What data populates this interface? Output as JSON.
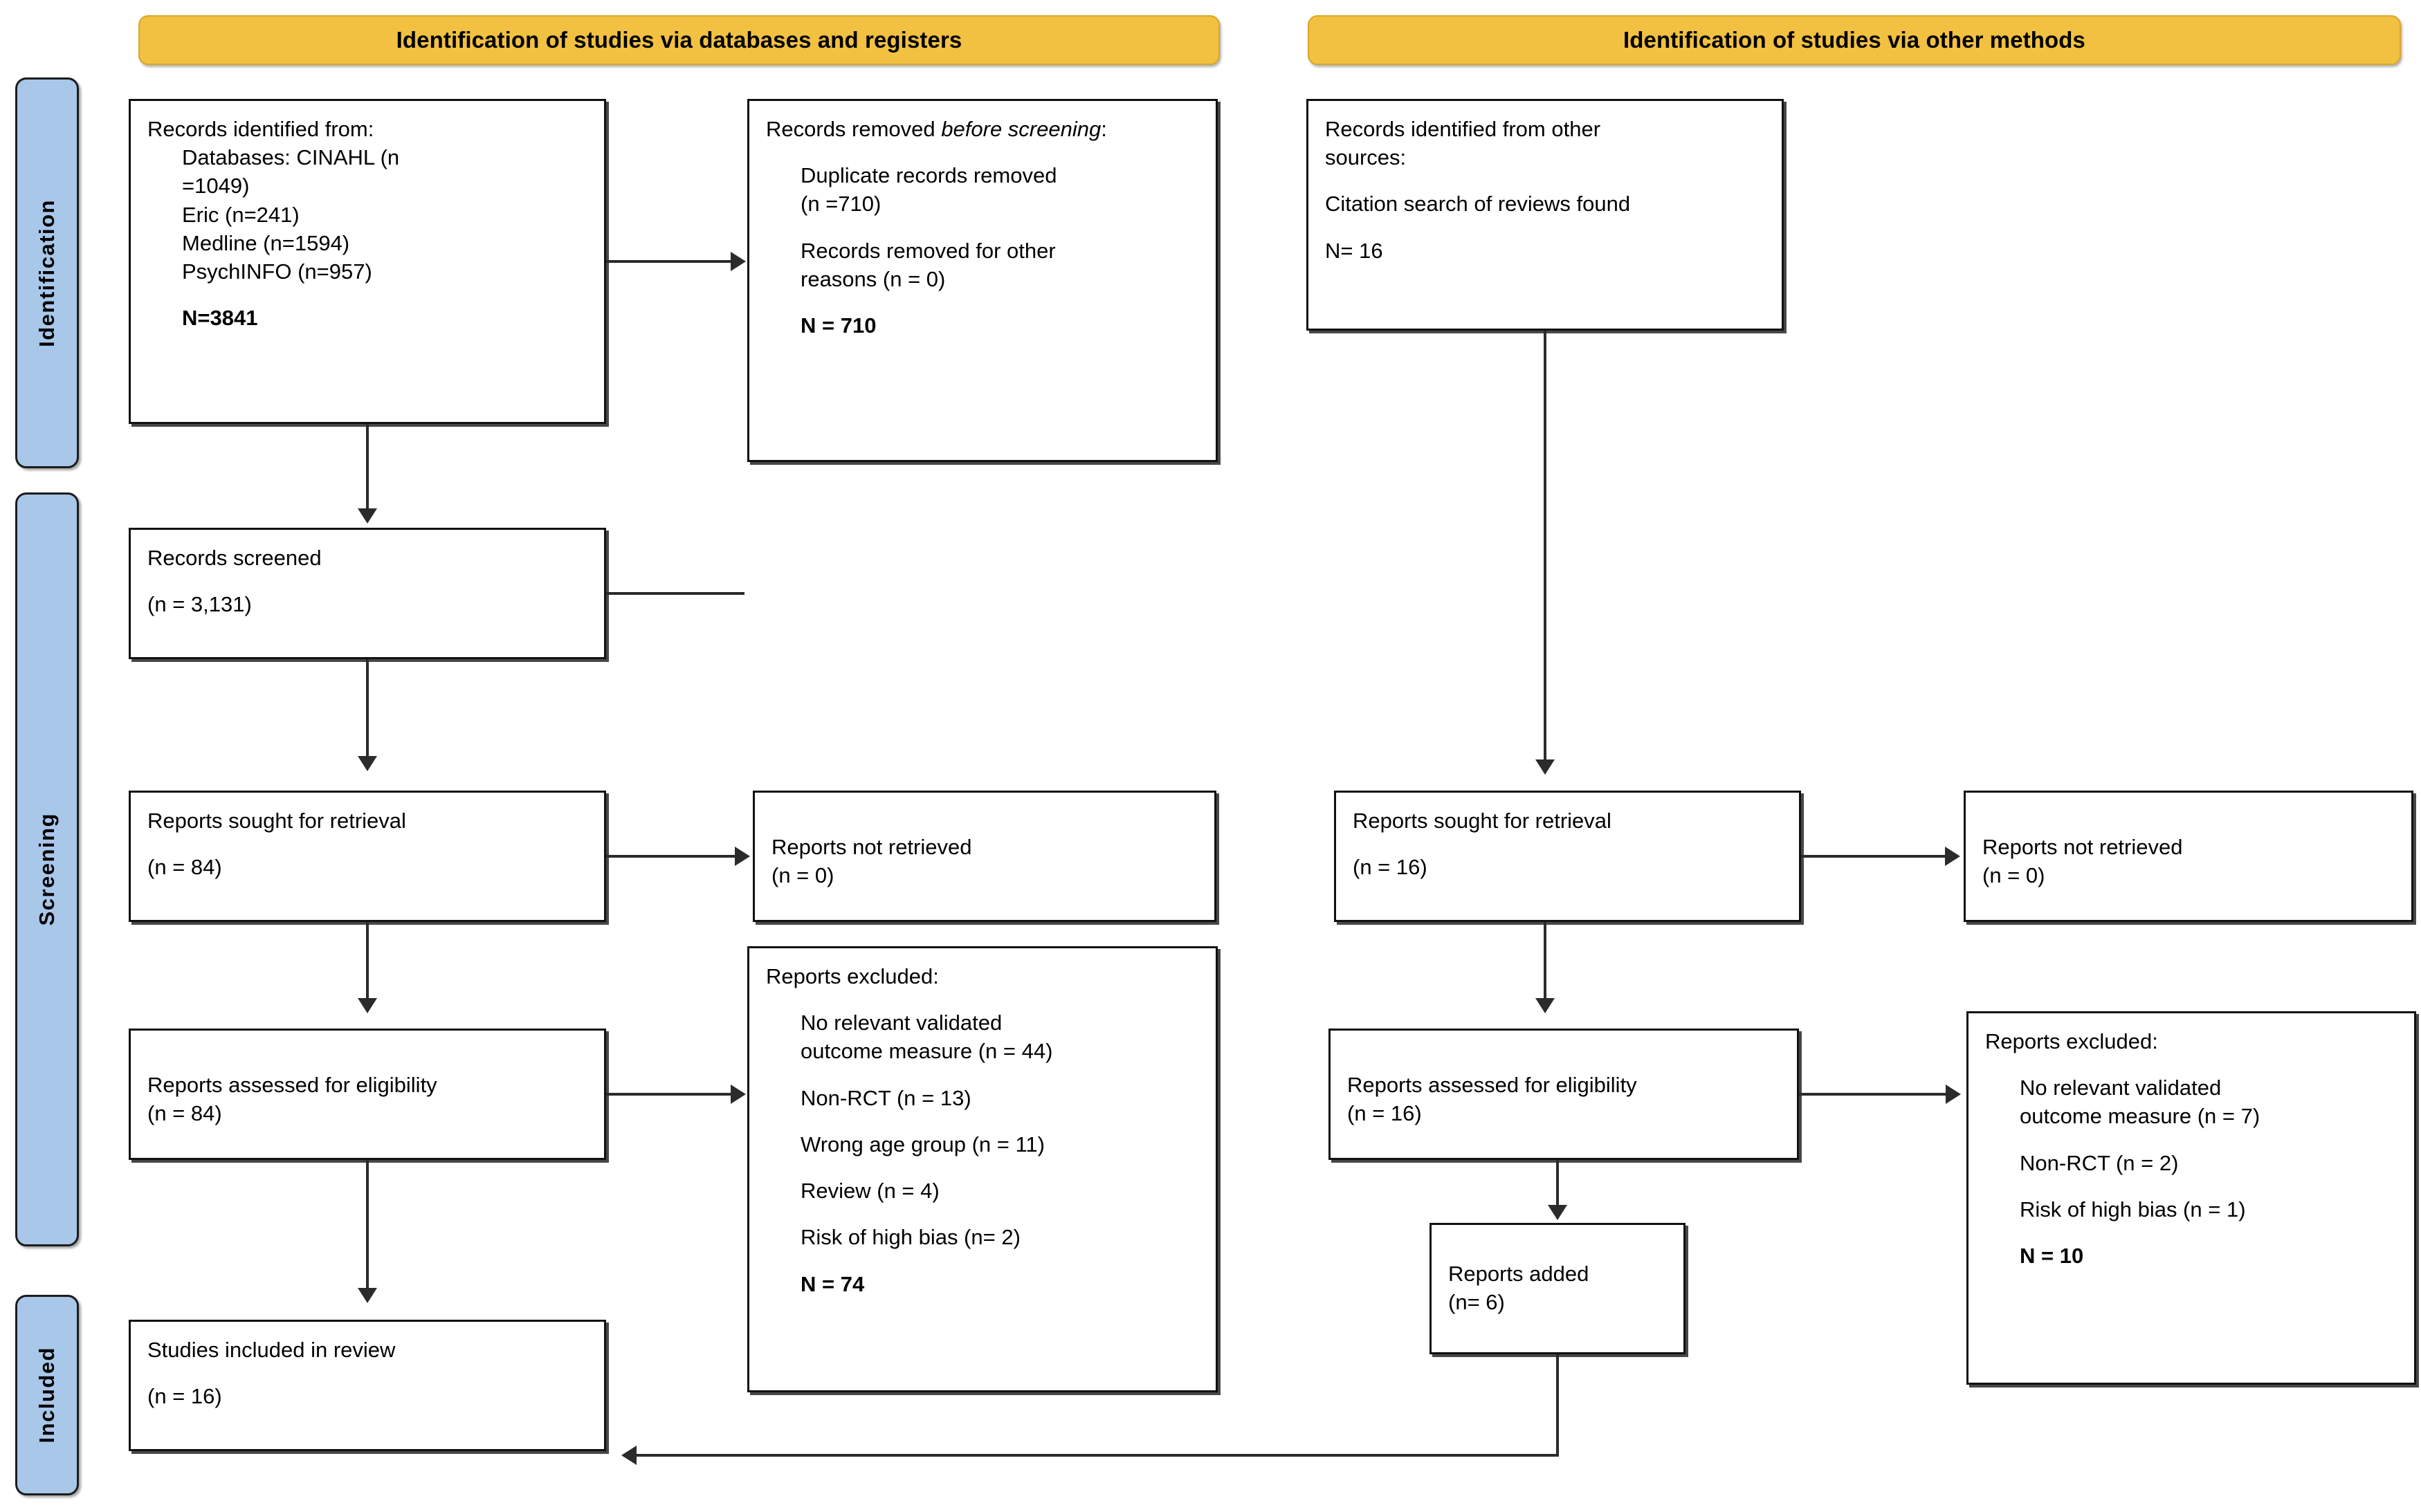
{
  "diagram": {
    "title": "PRISMA 2020 flow diagram",
    "colors": {
      "header_fill": "#F2C141",
      "header_border": "#D9A62A",
      "stage_fill": "#A8C7E9",
      "box_border": "#111111",
      "line": "#2B2B2B"
    }
  },
  "headers": [
    {
      "id": "databases",
      "label": "Identification of studies via databases and registers"
    },
    {
      "id": "other",
      "label": "Identification of studies via other methods"
    }
  ],
  "stages": [
    {
      "id": "identification",
      "label": "Identification"
    },
    {
      "id": "screening",
      "label": "Screening"
    },
    {
      "id": "included",
      "label": "Included"
    }
  ],
  "boxes": {
    "records_identified": {
      "title": "Records identified from:",
      "items": [
        "Databases: CINAHL (n",
        "=1049)",
        "Eric (n=241)",
        "Medline (n=1594)",
        "PsychINFO (n=957)"
      ],
      "total": "N=3841"
    },
    "records_removed": {
      "title_plain": "Records removed ",
      "title_italic": "before screening",
      "title_colon": ":",
      "items": [
        "Duplicate records removed",
        "(n =710)",
        "Records removed for other",
        "reasons (n = 0)"
      ],
      "total": "N = 710"
    },
    "other_sources": {
      "line1": "Records identified from other",
      "line2": "sources:",
      "line3": "Citation search of reviews found",
      "total": "N= 16"
    },
    "records_screened": {
      "title": "Records screened",
      "count": "(n = 3,131)"
    },
    "reports_sought_left": {
      "title": "Reports sought for retrieval",
      "count": "(n = 84)"
    },
    "reports_not_retrieved_left": {
      "title": "Reports not retrieved",
      "count": "(n = 0)"
    },
    "reports_assessed_left": {
      "title": "Reports assessed for eligibility",
      "count": "(n = 84)"
    },
    "reports_excluded_left": {
      "title": "Reports excluded:",
      "reasons": [
        "No relevant validated",
        "outcome measure (n = 44)",
        "Non-RCT (n = 13)",
        "Wrong age group (n = 11)",
        "Review (n = 4)",
        "Risk of high bias (n= 2)"
      ],
      "total": "N = 74"
    },
    "studies_included": {
      "title": "Studies included in review",
      "count": "(n = 16)"
    },
    "reports_sought_right": {
      "title": "Reports sought for retrieval",
      "count": "(n = 16)"
    },
    "reports_not_retrieved_right": {
      "title": "Reports not retrieved",
      "count": "(n = 0)"
    },
    "reports_assessed_right": {
      "title": "Reports assessed for eligibility",
      "count": "(n = 16)"
    },
    "reports_added_right": {
      "title": "Reports added",
      "count": "(n= 6)"
    },
    "reports_excluded_right": {
      "title": "Reports excluded:",
      "reasons": [
        "No relevant validated",
        "outcome measure (n = 7)",
        "Non-RCT (n = 2)",
        "Risk of high bias (n = 1)"
      ],
      "total": "N = 10"
    }
  },
  "chart_data": {
    "type": "table",
    "title": "PRISMA 2020 flow diagram counts",
    "categories": [
      "Records identified (databases)",
      "Records removed before screening",
      "Records screened",
      "Reports sought for retrieval (databases)",
      "Reports not retrieved (databases)",
      "Reports assessed for eligibility (databases)",
      "Reports excluded (databases)",
      "Records identified (other sources)",
      "Reports sought for retrieval (other)",
      "Reports not retrieved (other)",
      "Reports assessed for eligibility (other)",
      "Reports excluded (other)",
      "Reports added (other)",
      "Studies included in review"
    ],
    "values": [
      3841,
      710,
      3131,
      84,
      0,
      84,
      74,
      16,
      16,
      0,
      16,
      10,
      6,
      16
    ],
    "breakdowns": {
      "databases_identified": {
        "CINAHL": 1049,
        "Eric": 241,
        "Medline": 1594,
        "PsychINFO": 957
      },
      "removed_before_screening": {
        "Duplicate records removed": 710,
        "Removed for other reasons": 0
      },
      "excluded_databases": {
        "No relevant validated outcome measure": 44,
        "Non-RCT": 13,
        "Wrong age group": 11,
        "Review": 4,
        "Risk of high bias": 2
      },
      "excluded_other": {
        "No relevant validated outcome measure": 7,
        "Non-RCT": 2,
        "Risk of high bias": 1
      }
    }
  }
}
